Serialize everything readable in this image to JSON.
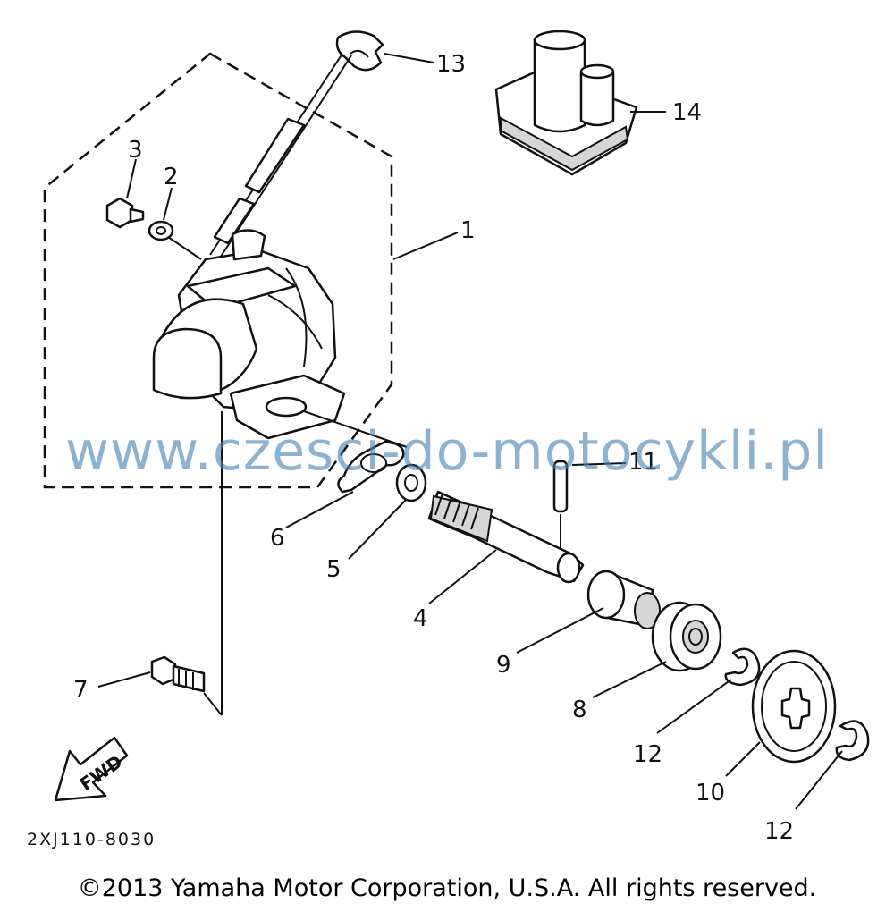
{
  "diagram": {
    "callouts": [
      {
        "id": "1",
        "label": "1"
      },
      {
        "id": "2",
        "label": "2"
      },
      {
        "id": "3",
        "label": "3"
      },
      {
        "id": "4",
        "label": "4"
      },
      {
        "id": "5",
        "label": "5"
      },
      {
        "id": "6",
        "label": "6"
      },
      {
        "id": "7",
        "label": "7"
      },
      {
        "id": "8",
        "label": "8"
      },
      {
        "id": "9",
        "label": "9"
      },
      {
        "id": "10",
        "label": "10"
      },
      {
        "id": "11",
        "label": "11"
      },
      {
        "id": "12a",
        "label": "12"
      },
      {
        "id": "12b",
        "label": "12"
      },
      {
        "id": "13",
        "label": "13"
      },
      {
        "id": "14",
        "label": "14"
      }
    ],
    "direction_label": "FWD",
    "diagram_code": "2XJ110-8030",
    "watermark": "www.czesci-do-motocykli.pl",
    "copyright": "©2013 Yamaha Motor Corporation, U.S.A. All rights reserved."
  }
}
